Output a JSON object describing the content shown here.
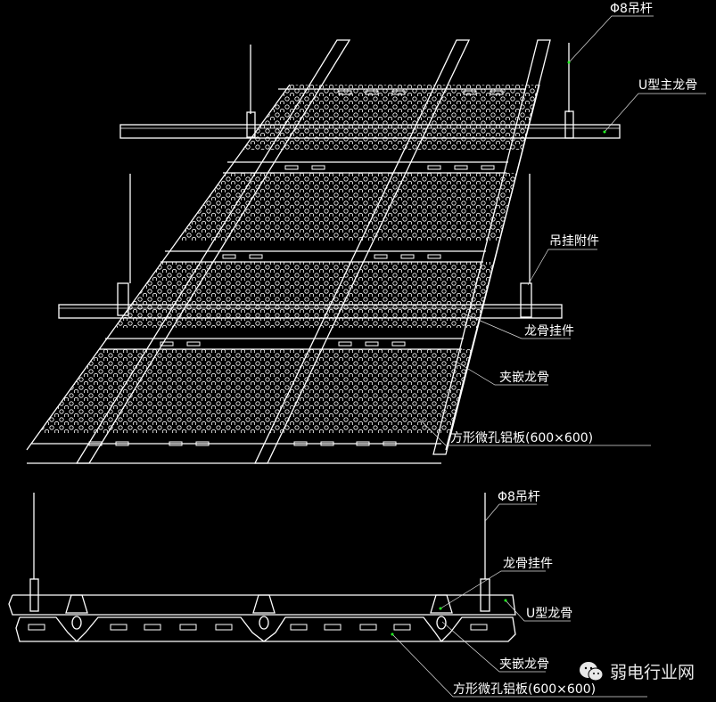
{
  "top_view": {
    "labels": {
      "rod": "Φ8吊杆",
      "main_runner": "U型主龙骨",
      "hanger_attachment": "吊挂附件",
      "runner_hanger": "龙骨挂件",
      "clip_runner": "夹嵌龙骨",
      "panel": "方形微孔铝板(600×600)"
    }
  },
  "section_view": {
    "labels": {
      "rod": "Φ8吊杆",
      "runner_hanger": "龙骨挂件",
      "u_runner": "U型龙骨",
      "clip_runner": "夹嵌龙骨",
      "panel": "方形微孔铝板(600×600)"
    }
  },
  "watermark": {
    "text": "弱电行业网",
    "icon": "wechat-icon"
  },
  "colors": {
    "background": "#000000",
    "line": "#ffffff",
    "leader_dot": "#22ff22"
  }
}
